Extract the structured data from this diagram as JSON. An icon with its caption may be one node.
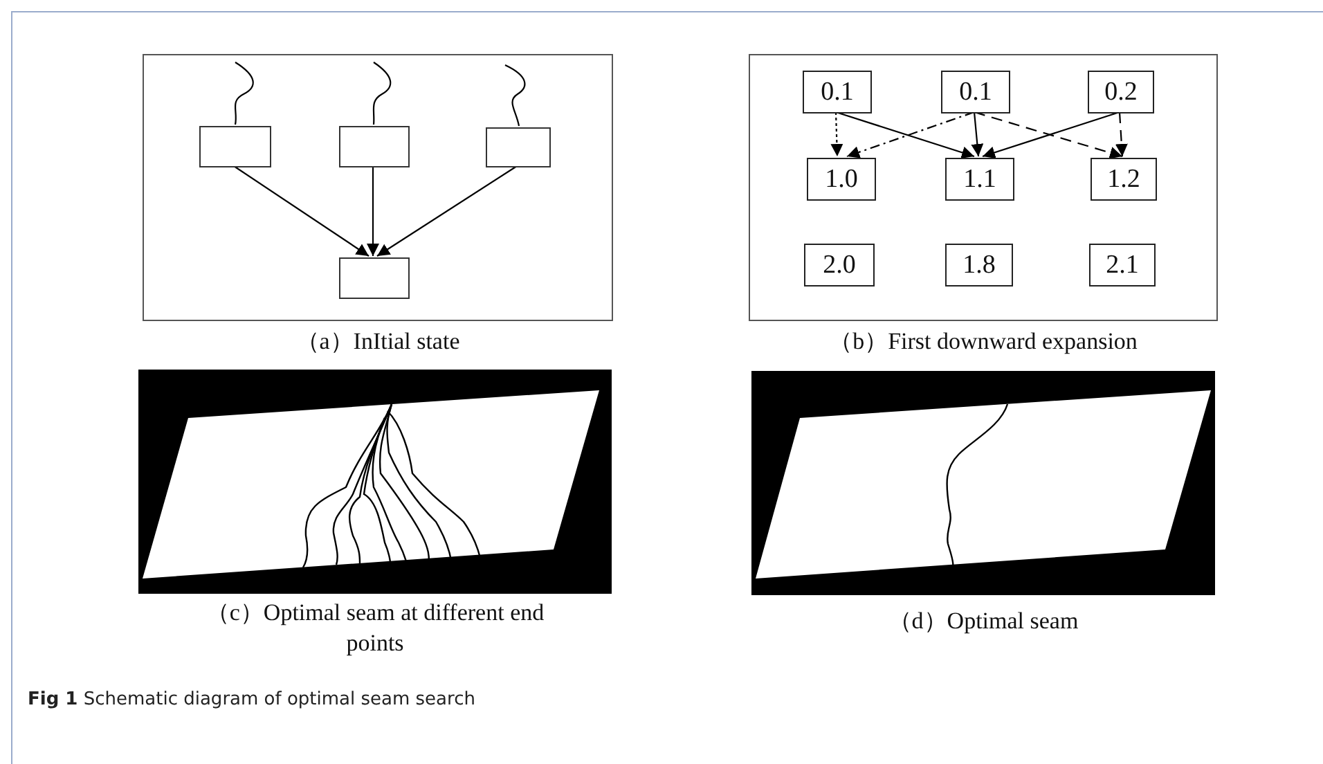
{
  "diagram": {
    "caption": "**Fig 1** Schematic diagram of optimal seam search",
    "nodes": [
      {
        "text": [
          "（a）InItial state"
        ]
      },
      {
        "text": [],
        "shape": "box",
        "in": 0
      },
      {
        "text": [],
        "shape": "box",
        "in": 0
      },
      {
        "text": [],
        "shape": "box",
        "in": 0
      },
      {
        "text": [],
        "shape": "box",
        "in": 0
      },
      {
        "text": [
          "（b）First downward expansion"
        ]
      },
      {
        "text": [
          "0.1"
        ],
        "in": 5
      },
      {
        "text": [
          "0.1"
        ],
        "in": 5
      },
      {
        "text": [
          "0.2"
        ],
        "in": 5
      },
      {
        "text": [
          "1.0"
        ],
        "in": 5
      },
      {
        "text": [
          "1.1"
        ],
        "in": 5
      },
      {
        "text": [
          "1.2"
        ],
        "in": 5
      },
      {
        "text": [
          "2.0"
        ],
        "in": 5
      },
      {
        "text": [
          "1.8"
        ],
        "in": 5
      },
      {
        "text": [
          "2.1"
        ],
        "in": 5
      },
      {
        "text": [
          "（c）Optimal seam at different end points"
        ]
      },
      {
        "text": [
          "（d）Optimal seam"
        ]
      }
    ],
    "edges": [
      {
        "from": null,
        "to": 1,
        "arrow": "none"
      },
      {
        "from": null,
        "to": 2,
        "arrow": "none"
      },
      {
        "from": null,
        "to": 3,
        "arrow": "none"
      },
      {
        "from": 1,
        "to": 4,
        "arrow": "to"
      },
      {
        "from": 2,
        "to": 4,
        "arrow": "to"
      },
      {
        "from": 3,
        "to": 4,
        "arrow": "to"
      },
      {
        "from": 6,
        "to": 9,
        "arrow": "to",
        "style": "dashed"
      },
      {
        "from": 6,
        "to": 10,
        "arrow": "to"
      },
      {
        "from": 7,
        "to": 9,
        "arrow": "to",
        "style": "dashed"
      },
      {
        "from": 7,
        "to": 10,
        "arrow": "to"
      },
      {
        "from": 7,
        "to": 11,
        "arrow": "to",
        "style": "dashed"
      },
      {
        "from": 8,
        "to": 10,
        "arrow": "to"
      },
      {
        "from": 8,
        "to": 11,
        "arrow": "to",
        "style": "dashed"
      }
    ]
  }
}
